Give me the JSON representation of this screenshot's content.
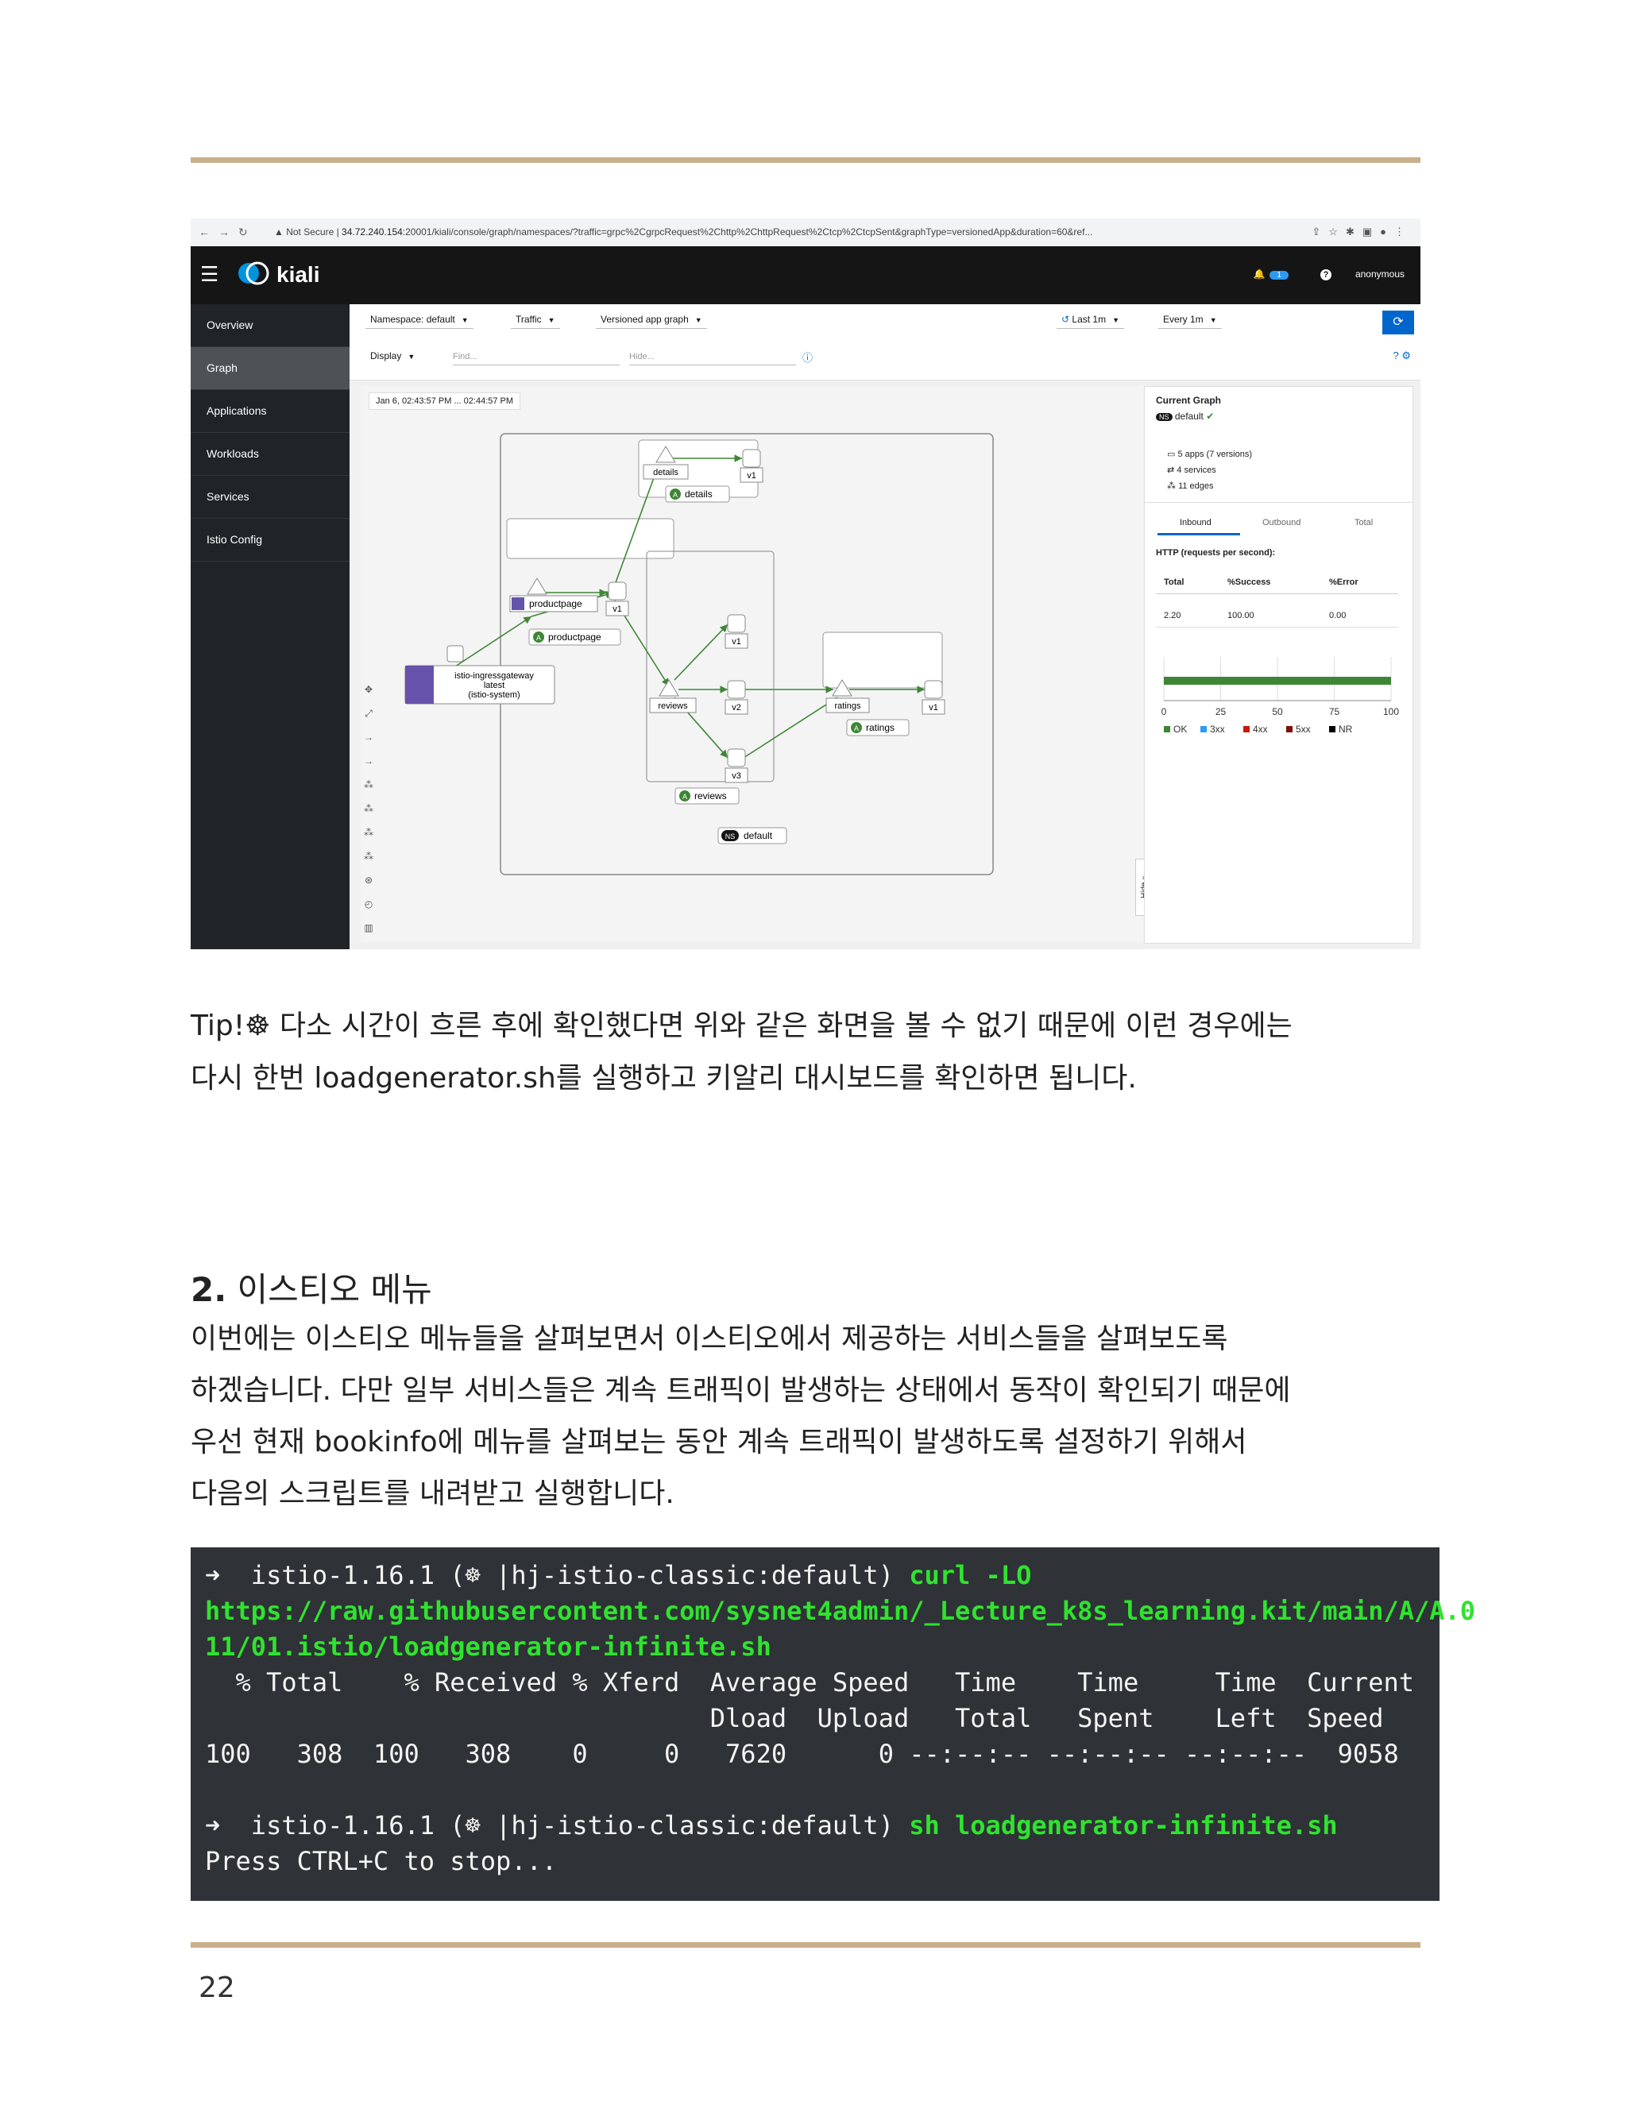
{
  "browser": {
    "security": "Not Secure",
    "host": "34.72.240.154",
    "path": ":20001/kiali/console/graph/namespaces/?traffic=grpc%2CgrpcRequest%2Chttp%2ChttpRequest%2Ctcp%2CtcpSent&graphType=versionedApp&duration=60&ref..."
  },
  "kiali": {
    "brand": "kiali",
    "badge_count": "1",
    "user": "anonymous",
    "sidebar": [
      {
        "label": "Overview"
      },
      {
        "label": "Graph"
      },
      {
        "label": "Applications"
      },
      {
        "label": "Workloads"
      },
      {
        "label": "Services"
      },
      {
        "label": "Istio Config"
      }
    ],
    "toolbar": {
      "namespace_label": "Namespace:",
      "namespace_value": "default",
      "traffic": "Traffic",
      "graph_type": "Versioned app graph",
      "last": "Last 1m",
      "every": "Every 1m",
      "display": "Display",
      "find_placeholder": "Find...",
      "hide_placeholder": "Hide..."
    },
    "timestamp": "Jan 6, 02:43:57 PM ... 02:44:57 PM",
    "graph": {
      "gateway": [
        "istio-ingressgateway",
        "latest",
        "(istio-system)"
      ],
      "productpage_label": "productpage",
      "details_label": "details",
      "reviews_label": "reviews",
      "ratings_label": "ratings",
      "ns_label": "default",
      "ns_tag": "NS",
      "app_tag": "A",
      "v1": "v1",
      "v2": "v2",
      "v3": "v3",
      "hide": "Hide"
    },
    "side_panel": {
      "title": "Current Graph",
      "ns_tag": "NS",
      "namespace": "default",
      "apps": "5 apps (7 versions)",
      "services": "4 services",
      "edges": "11 edges",
      "tabs": [
        "Inbound",
        "Outbound",
        "Total"
      ],
      "http_title": "HTTP (requests per second):",
      "columns": [
        "Total",
        "%Success",
        "%Error"
      ],
      "row": [
        "2.20",
        "100.00",
        "0.00"
      ],
      "axis_ticks": [
        "0",
        "25",
        "50",
        "75",
        "100"
      ],
      "legend": [
        {
          "label": "OK",
          "color": "#3e8635"
        },
        {
          "label": "3xx",
          "color": "#2b9af3"
        },
        {
          "label": "4xx",
          "color": "#c9190b"
        },
        {
          "label": "5xx",
          "color": "#7d1007"
        },
        {
          "label": "NR",
          "color": "#000000"
        }
      ],
      "ok_percent": 100
    }
  },
  "tip_line1": "Tip!☸ 다소 시간이 흐른 후에 확인했다면 위와 같은 화면을 볼 수 없기 때문에 이런 경우에는",
  "tip_line2": "다시 한번 loadgenerator.sh를 실행하고 키알리 대시보드를 확인하면 됩니다.",
  "section": {
    "number": "2.",
    "title": "이스티오 메뉴",
    "para": [
      "이번에는 이스티오 메뉴들을 살펴보면서 이스티오에서 제공하는 서비스들을 살펴보도록",
      "하겠습니다. 다만 일부 서비스들은 계속 트래픽이 발생하는 상태에서 동작이 확인되기 때문에",
      "우선 현재 bookinfo에 메뉴를 살펴보는 동안 계속 트래픽이 발생하도록 설정하기 위해서",
      "다음의 스크립트를 내려받고 실행합니다."
    ]
  },
  "terminal": {
    "prompt1": "➜  istio-1.16.1 (☸ |hj-istio-classic:default) ",
    "cmd1": "curl -LO",
    "url1": "https://raw.githubusercontent.com/sysnet4admin/_Lecture_k8s_learning.kit/main/A/A.0",
    "url2": "11/01.istio/loadgenerator-infinite.sh",
    "hdr1": "  % Total    % Received % Xferd  Average Speed   Time    Time     Time  Current",
    "hdr2": "                                 Dload  Upload   Total   Spent    Left  Speed",
    "row": "100   308  100   308    0     0   7620      0 --:--:-- --:--:-- --:--:--  9058",
    "prompt2": "➜  istio-1.16.1 (☸ |hj-istio-classic:default) ",
    "cmd2": "sh loadgenerator-infinite.sh",
    "out": "Press CTRL+C to stop..."
  },
  "page_number": "22"
}
